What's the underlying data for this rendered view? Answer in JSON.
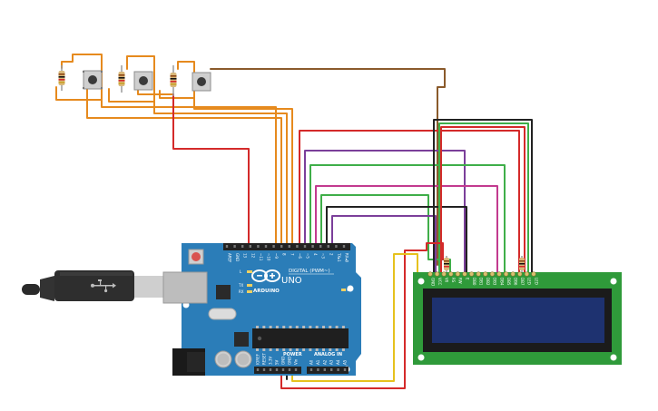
{
  "board": {
    "model": "UNO",
    "brand": "ARDUINO",
    "digital_label": "DIGITAL (PWM~)",
    "power_label": "POWER",
    "analog_label": "ANALOG IN",
    "top_pins": [
      "AREF",
      "GND",
      "13",
      "12",
      "~11",
      "~10",
      "~9",
      "8",
      "7",
      "~6",
      "~5",
      "4",
      "~3",
      "2",
      "TX▸1",
      "RX◂0"
    ],
    "power_pins": [
      "IOREF",
      "RESET",
      "3.3V",
      "5V",
      "GND",
      "GND",
      "Vin"
    ],
    "analog_pins": [
      "A0",
      "A1",
      "A2",
      "A3",
      "A4",
      "A5"
    ],
    "led_labels": [
      "L",
      "TX",
      "RX"
    ],
    "on_label": "ON"
  },
  "lcd": {
    "pins": [
      "GND",
      "VCC",
      "V0",
      "RS",
      "RW",
      "E",
      "DB0",
      "DB1",
      "DB2",
      "DB3",
      "DB4",
      "DB5",
      "DB6",
      "DB7",
      "LED",
      "LED"
    ]
  },
  "colors": {
    "board": "#2b7db8",
    "board_dark": "#1d5f90",
    "lcd_pcb": "#2f9a3a",
    "lcd_screen": "#1e3270",
    "wire_orange": "#e68a1e",
    "wire_red": "#d42a2a",
    "wire_purple": "#7b3f9a",
    "wire_green": "#3fae49",
    "wire_magenta": "#c23a8f",
    "wire_black": "#222222",
    "wire_yellow": "#e6c21e",
    "wire_brown": "#8a5a2b"
  },
  "icons": [
    "usb-icon",
    "button-icon",
    "resistor-icon",
    "chip-icon",
    "capacitor-icon"
  ]
}
